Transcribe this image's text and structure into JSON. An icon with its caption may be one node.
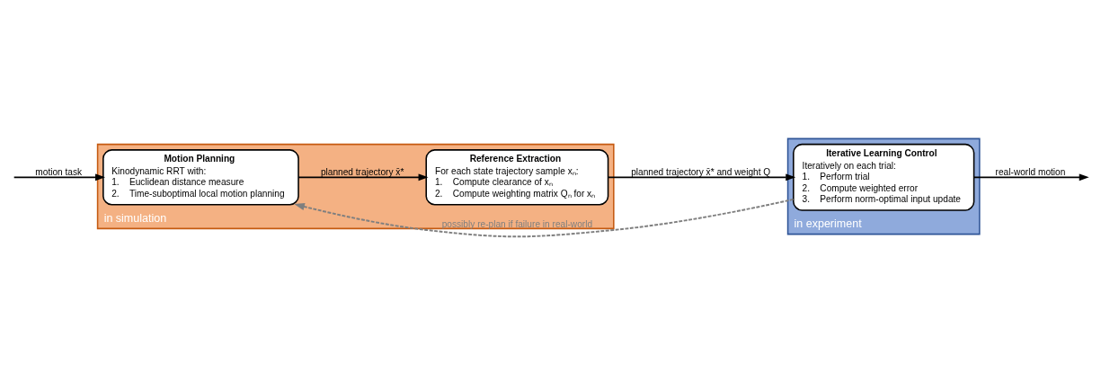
{
  "diagram": {
    "nodes": [
      {
        "text": [
          "in simulation"
        ]
      },
      {
        "text": [
          "Motion Planning",
          "Kinodynamic RRT with:",
          "1.    Euclidean distance measure",
          "2.    Time-suboptimal local motion planning"
        ],
        "in": 0
      },
      {
        "text": [
          "Reference Extraction",
          "For each state trajectory sample xₙ:",
          "1.    Compute clearance of xₙ",
          "2.    Compute weighting matrix Qₙ for xₙ"
        ],
        "in": 0
      },
      {
        "text": [
          "in experiment"
        ]
      },
      {
        "text": [
          "Iterative Learning Control",
          "Iteratively on each trial:",
          "1.    Perform trial",
          "2.    Compute weighted error",
          "3.    Perform norm-optimal input update"
        ],
        "in": 3
      }
    ],
    "edges": [
      {
        "from": null,
        "to": 1,
        "arrow": "to",
        "label": "motion task"
      },
      {
        "from": 1,
        "to": 2,
        "arrow": "to",
        "label": "planned trajectory x̄*"
      },
      {
        "from": 2,
        "to": 4,
        "arrow": "to",
        "label": "planned trajectory x̄* and weight Q"
      },
      {
        "from": 4,
        "to": null,
        "arrow": "to",
        "label": "real-world motion"
      },
      {
        "from": 4,
        "to": 1,
        "arrow": "to",
        "label": "possibly re-plan if failure in real-world",
        "style": "dashed",
        "color": "#7f7f7f"
      }
    ]
  }
}
